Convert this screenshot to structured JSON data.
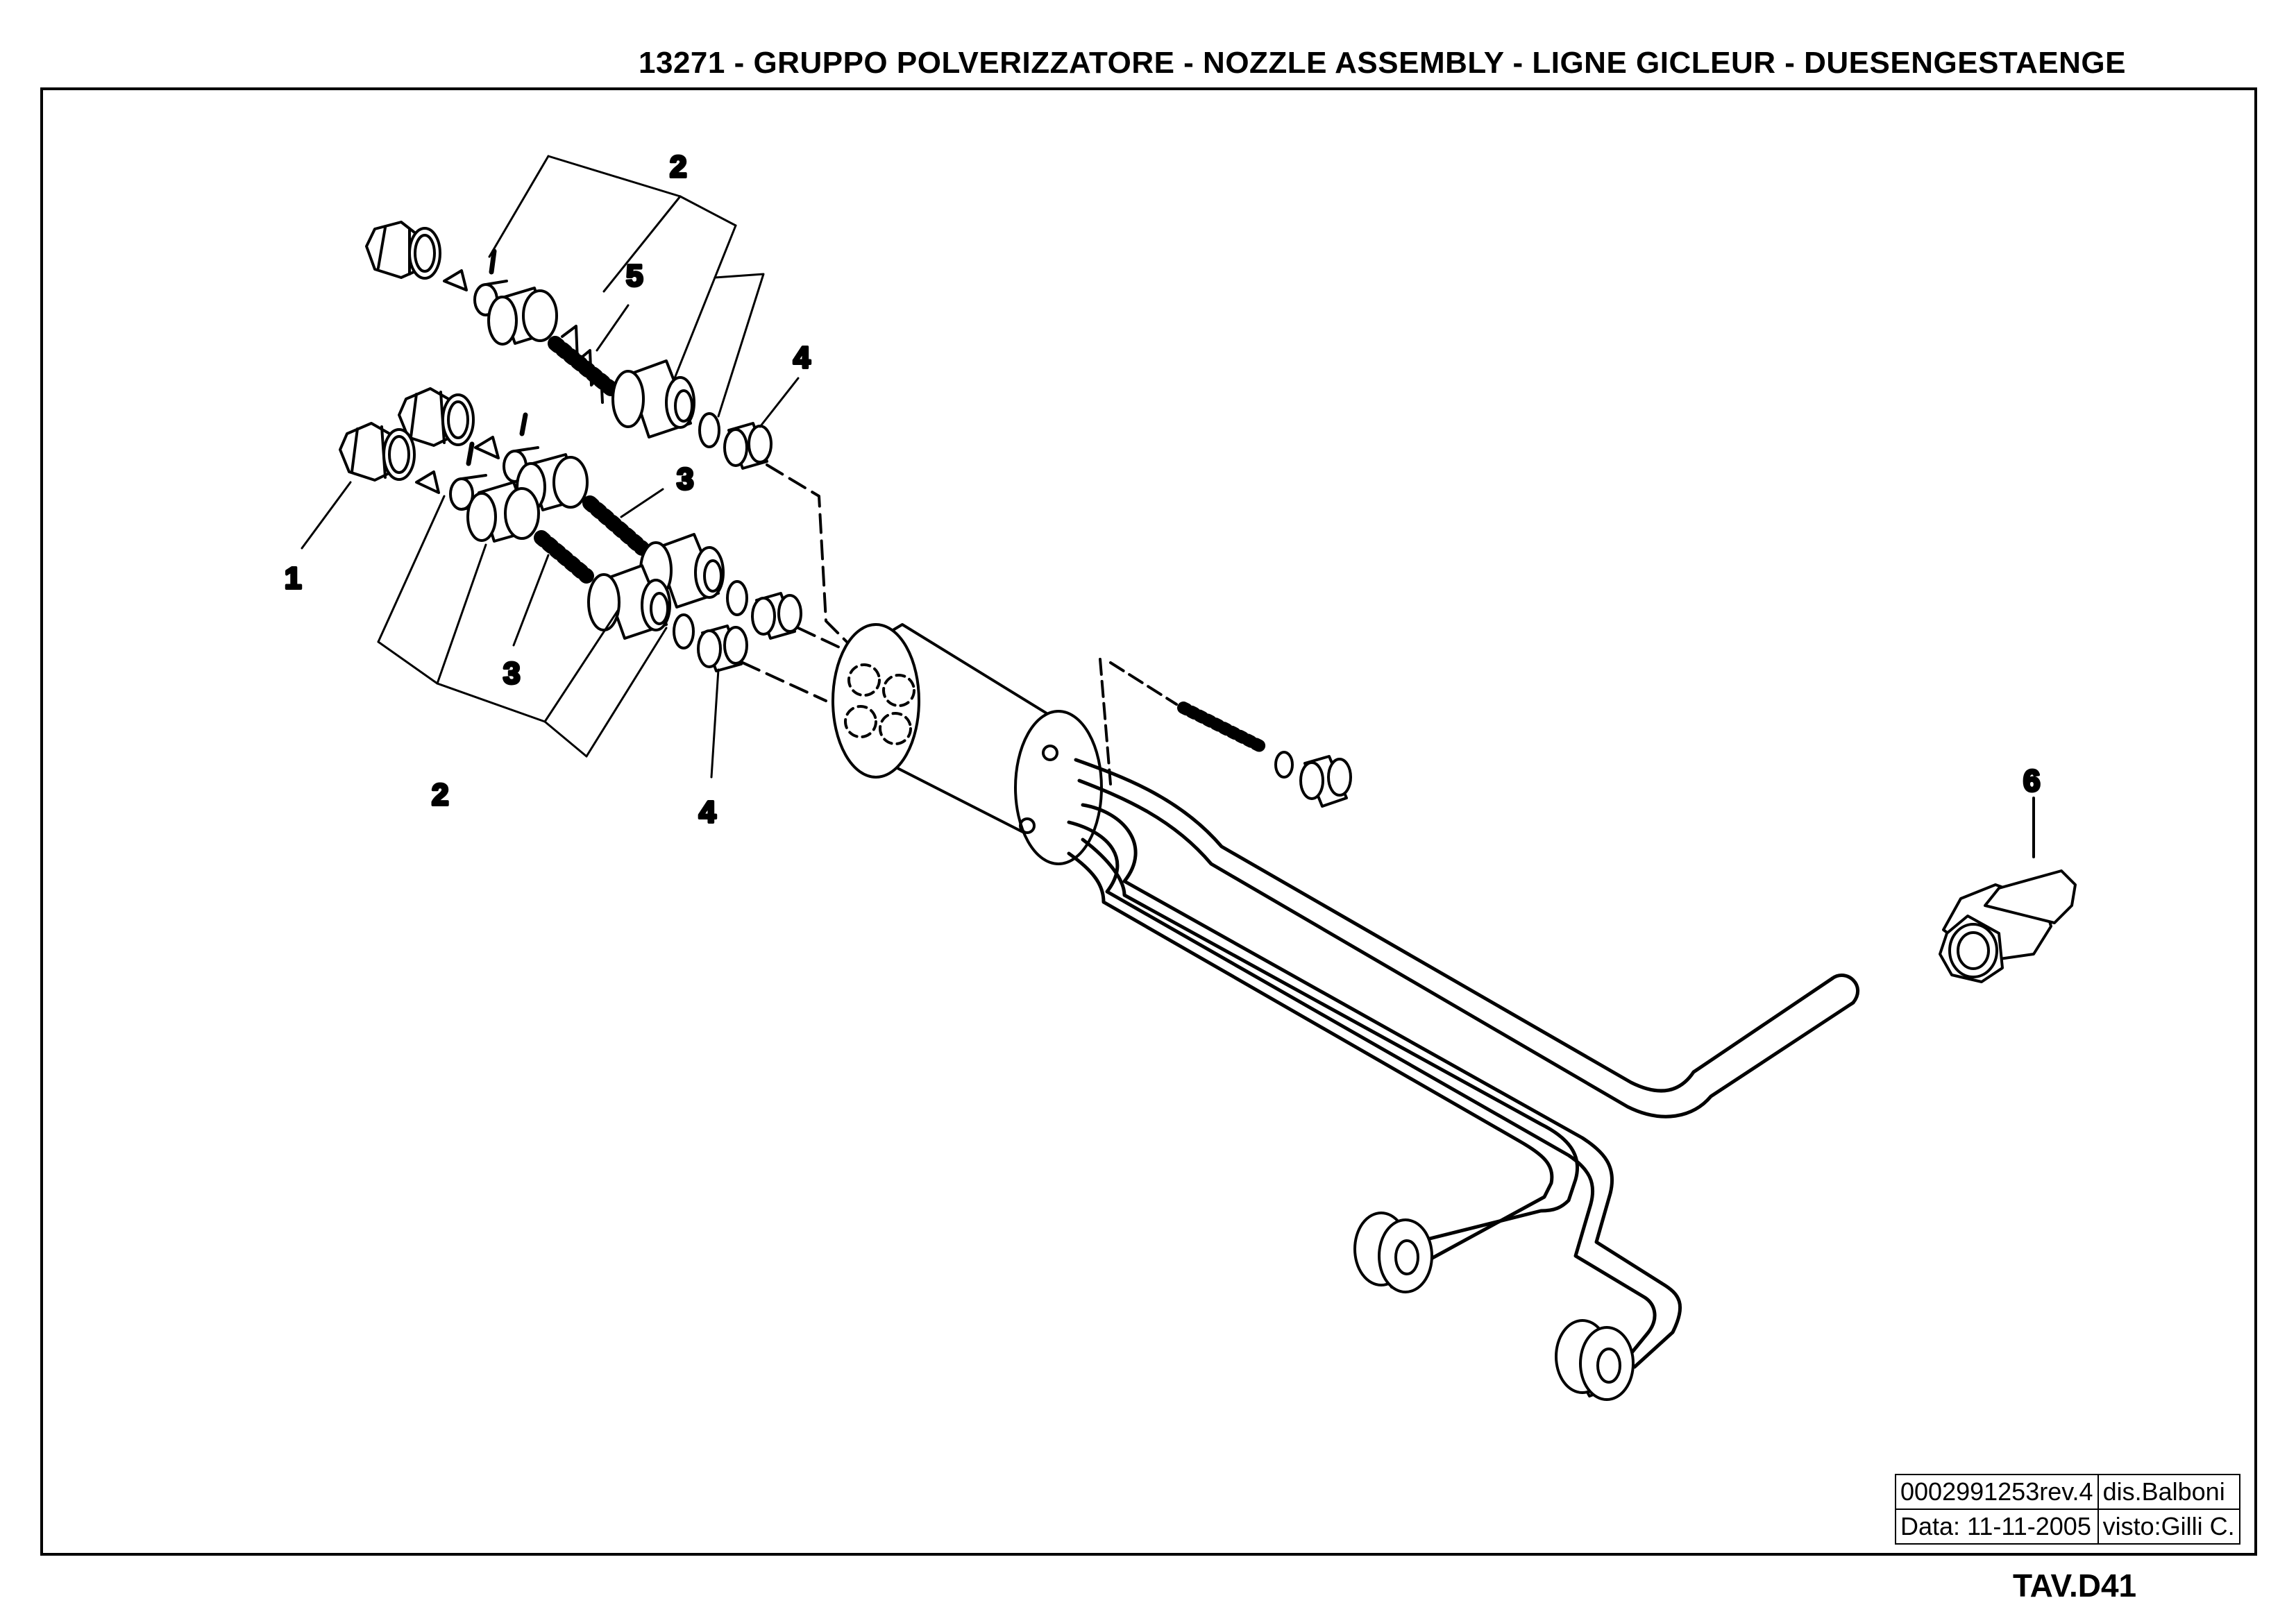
{
  "header": {
    "title": "13271 -  GRUPPO  POLVERIZZATORE -  NOZZLE ASSEMBLY - LIGNE GICLEUR - DUESENGESTAENGE"
  },
  "callouts": {
    "c1": "1",
    "c2_top": "2",
    "c2_bottom": "2",
    "c3_upper": "3",
    "c3_lower": "3",
    "c4_upper": "4",
    "c4_lower": "4",
    "c5": "5",
    "c6": "6"
  },
  "title_block": {
    "drawing_number": "0002991253rev.4",
    "drawn_by": "dis.Balboni",
    "date": "Data: 11-11-2005",
    "checked_by": "visto:Gilli C."
  },
  "sheet": {
    "code": "TAV.D41"
  }
}
